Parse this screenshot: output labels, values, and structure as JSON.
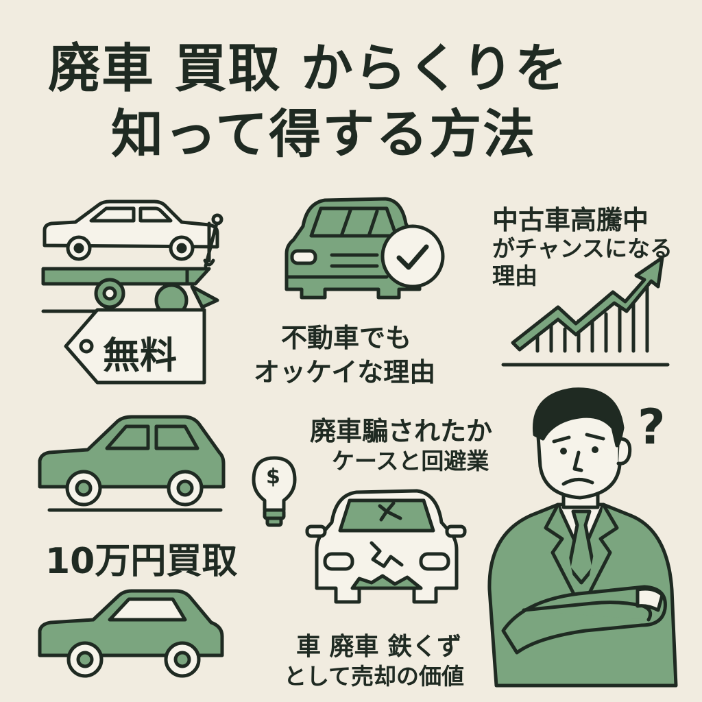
{
  "title": {
    "line1": "廃車 買取 からくりを",
    "line2": "知って得する方法"
  },
  "labels": {
    "free_tag": "無料",
    "immobile": {
      "line1": "不動車でも",
      "line2": "オッケイな理由"
    },
    "used_car": {
      "line1": "中古車高騰中",
      "line2": "がチャンスになる",
      "line3": "理由"
    },
    "scam": {
      "line1": "廃車騙されたか",
      "line2": "ケースと回避業"
    },
    "price": "10万円買取",
    "scrap": {
      "line1": "車 廃車 鉄くず",
      "line2": "として売却の価値"
    },
    "question_mark": "?",
    "dollar_sign": "$"
  },
  "colors": {
    "background": "#f1ece0",
    "accent_green": "#7ba57f",
    "ink": "#1f2a22",
    "car_white": "#f6f3ea"
  }
}
